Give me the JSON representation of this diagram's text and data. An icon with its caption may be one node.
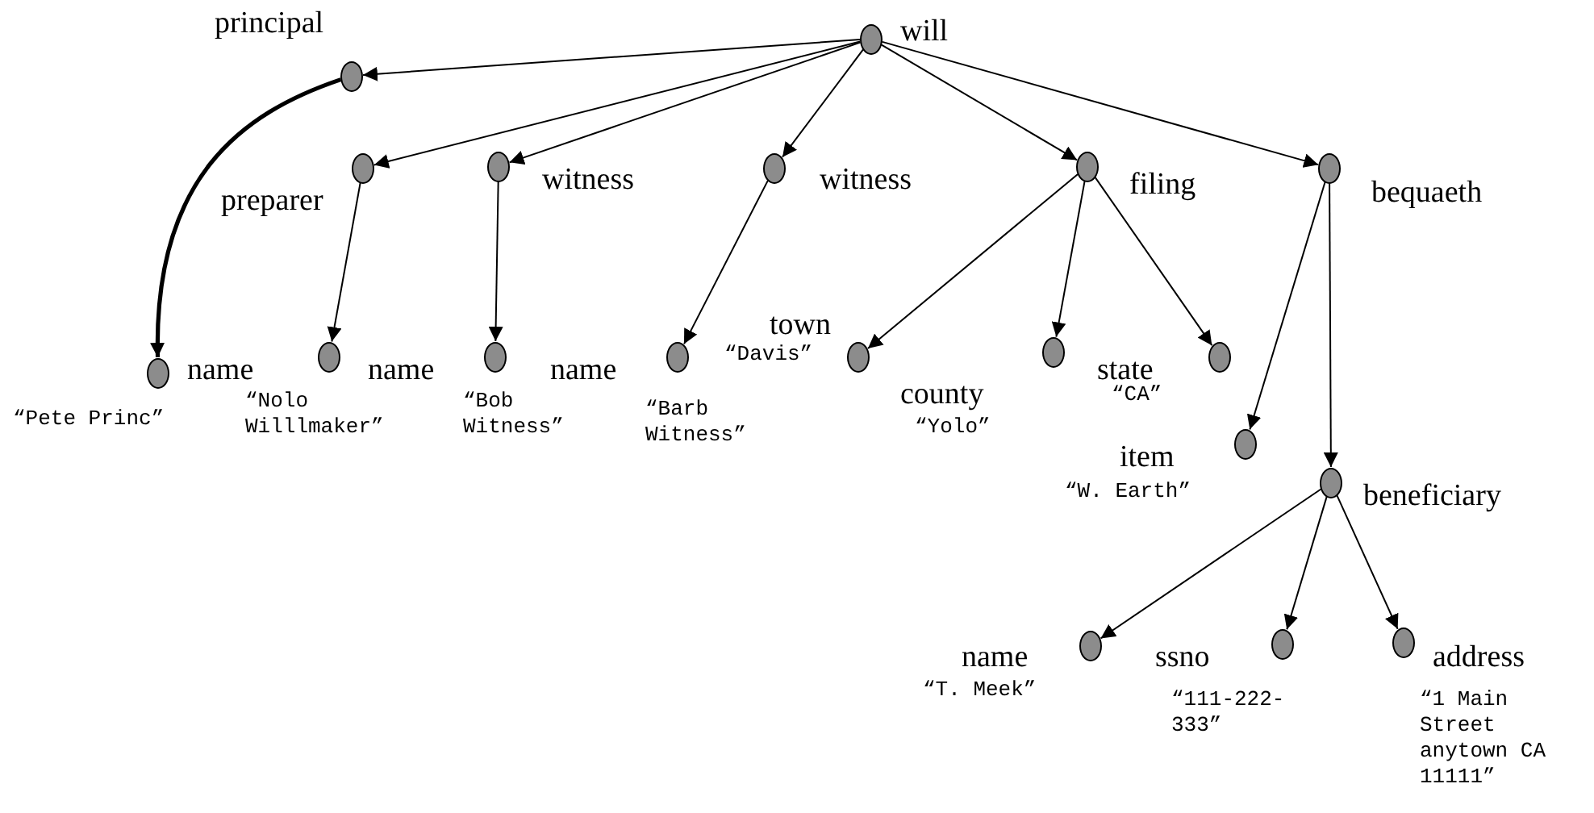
{
  "diagram": {
    "nodes": [
      {
        "text": [],
        "shape": "circle",
        "beside": [
          "will"
        ]
      },
      {
        "text": [],
        "shape": "circle",
        "beside": [
          "principal"
        ]
      },
      {
        "text": [],
        "shape": "circle",
        "beside": [
          "preparer"
        ]
      },
      {
        "text": [],
        "shape": "circle",
        "beside": [
          "witness"
        ]
      },
      {
        "text": [],
        "shape": "circle",
        "beside": [
          "witness"
        ]
      },
      {
        "text": [],
        "shape": "circle",
        "beside": [
          "filing"
        ]
      },
      {
        "text": [],
        "shape": "circle",
        "beside": [
          "bequaeth"
        ]
      },
      {
        "text": [],
        "shape": "circle",
        "beside": [
          "name",
          "“Pete Princ”"
        ]
      },
      {
        "text": [],
        "shape": "circle",
        "beside": [
          "name",
          "“Nolo Willlmaker”"
        ]
      },
      {
        "text": [],
        "shape": "circle",
        "beside": [
          "name",
          "“Bob Witness”"
        ]
      },
      {
        "text": [],
        "shape": "circle",
        "beside": [
          "“Barb Witness”"
        ]
      },
      {
        "text": [],
        "shape": "circle",
        "beside": [
          "town",
          "“Davis”"
        ]
      },
      {
        "text": [],
        "shape": "circle",
        "beside": [
          "county",
          "“Yolo”"
        ]
      },
      {
        "text": [],
        "shape": "circle",
        "beside": [
          "state",
          "“CA”"
        ]
      },
      {
        "text": [],
        "shape": "circle",
        "beside": [
          "item",
          "“W. Earth”"
        ]
      },
      {
        "text": [],
        "shape": "circle",
        "beside": [
          "beneficiary"
        ]
      },
      {
        "text": [],
        "shape": "circle",
        "beside": [
          "name",
          "“T. Meek”"
        ]
      },
      {
        "text": [],
        "shape": "circle",
        "beside": [
          "ssno",
          "“111-222-333”"
        ]
      },
      {
        "text": [],
        "shape": "circle",
        "beside": [
          "address",
          "“1 Main Street anytown CA 11111”"
        ]
      }
    ],
    "edges": [
      {
        "from": 0,
        "to": 1,
        "arrow": "to"
      },
      {
        "from": 0,
        "to": 2,
        "arrow": "to"
      },
      {
        "from": 0,
        "to": 3,
        "arrow": "to"
      },
      {
        "from": 0,
        "to": 4,
        "arrow": "to"
      },
      {
        "from": 0,
        "to": 5,
        "arrow": "to"
      },
      {
        "from": 0,
        "to": 6,
        "arrow": "to"
      },
      {
        "from": 1,
        "to": 7,
        "arrow": "to",
        "style": "thick"
      },
      {
        "from": 2,
        "to": 8,
        "arrow": "to"
      },
      {
        "from": 3,
        "to": 9,
        "arrow": "to"
      },
      {
        "from": 4,
        "to": 10,
        "arrow": "to"
      },
      {
        "from": 5,
        "to": 11,
        "arrow": "to"
      },
      {
        "from": 5,
        "to": 12,
        "arrow": "to"
      },
      {
        "from": 5,
        "to": 13,
        "arrow": "to"
      },
      {
        "from": 6,
        "to": 14,
        "arrow": "to"
      },
      {
        "from": 6,
        "to": 15,
        "arrow": "to"
      },
      {
        "from": 15,
        "to": 16,
        "arrow": "to"
      },
      {
        "from": 15,
        "to": 17,
        "arrow": "to"
      },
      {
        "from": 15,
        "to": 18,
        "arrow": "to"
      }
    ]
  }
}
